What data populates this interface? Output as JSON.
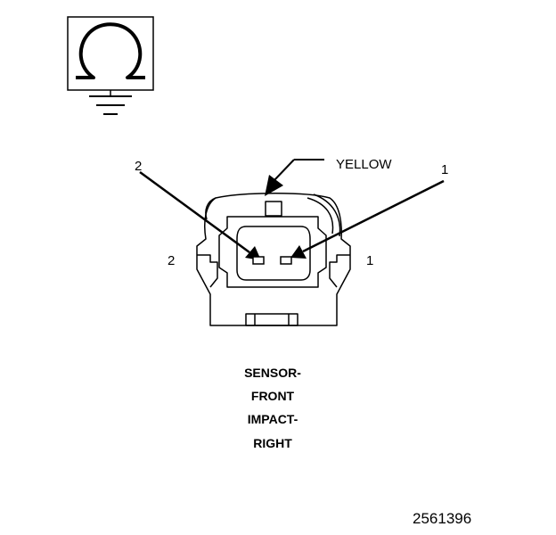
{
  "symbol": {
    "icon": "omega-resistance-ground-icon"
  },
  "wire_color_label": "YELLOW",
  "pin_callouts": {
    "left_top": "2",
    "right_top": "1",
    "left_side": "2",
    "right_side": "1"
  },
  "component_name": {
    "line1": "SENSOR-",
    "line2": "FRONT",
    "line3": "IMPACT-",
    "line4": "RIGHT"
  },
  "figure_number": "2561396"
}
